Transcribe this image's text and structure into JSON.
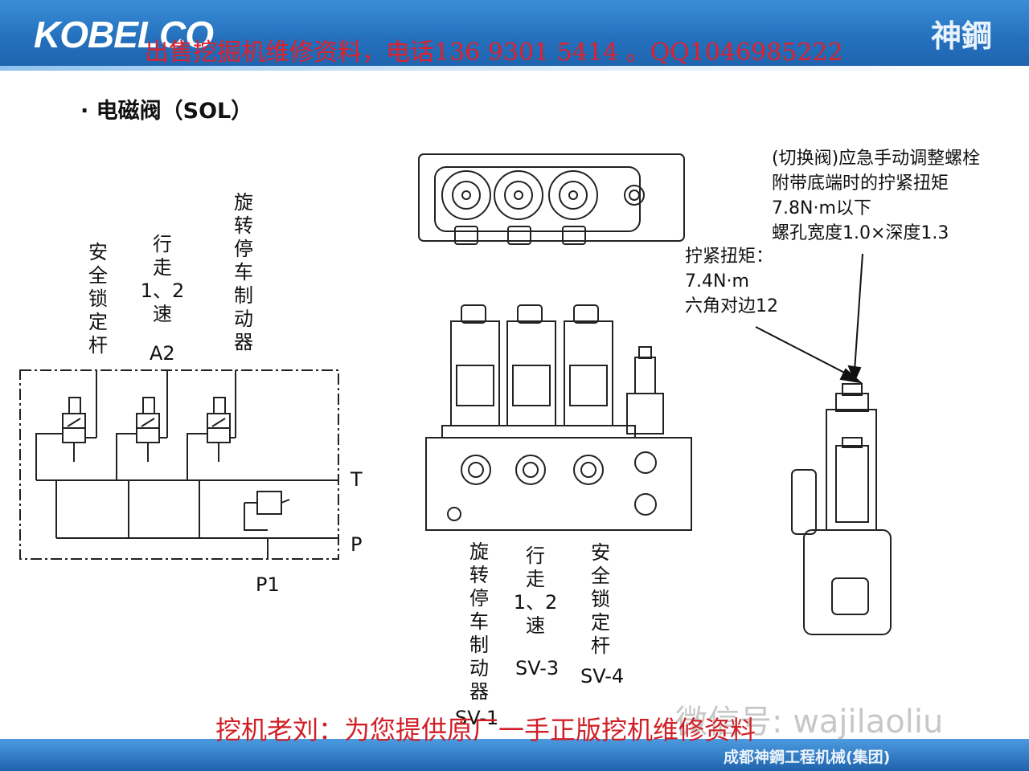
{
  "header": {
    "logo": "KOBELCO",
    "brand_cn": "神鋼",
    "watermark": "出售挖掘机维修资料，电话136 9301 5414 。QQ1046985222"
  },
  "title": "· 电磁阀（SOL）",
  "schematic": {
    "labels": {
      "lock_lever": "安\n全\n锁\n定\n杆",
      "travel_speed": "行\n走\n1、2\n速",
      "a2": "A2",
      "swing_brake": "旋\n转\n停\n车\n制\n动\n器",
      "t": "T",
      "p": "P",
      "p1": "P1"
    }
  },
  "valve_block": {
    "labels": {
      "swing_brake": "旋\n转\n停\n车\n制\n动\n器",
      "sv1": "SV-1",
      "travel_speed": "行\n走\n1、2\n速",
      "sv3": "SV-3",
      "lock_lever": "安\n全\n锁\n定\n杆",
      "sv4": "SV-4"
    }
  },
  "notes": {
    "switch_valve": {
      "line1": "(切换阀)应急手动调整螺栓",
      "line2": "附带底端时的拧紧扭矩",
      "line3": "7.8N·m以下",
      "line4": "螺孔宽度1.0×深度1.3"
    },
    "torque": {
      "line1": "拧紧扭矩：",
      "line2": "7.4N·m",
      "line3": "六角对边12"
    }
  },
  "footer": {
    "watermark": "挖机老刘：为您提供原厂一手正版挖机维修资料",
    "wechat": "微信号: wajilaoliu",
    "company": "成都神鋼工程机械(集团)"
  },
  "colors": {
    "header_blue": "#2470bd",
    "watermark_red": "#e0202a"
  }
}
